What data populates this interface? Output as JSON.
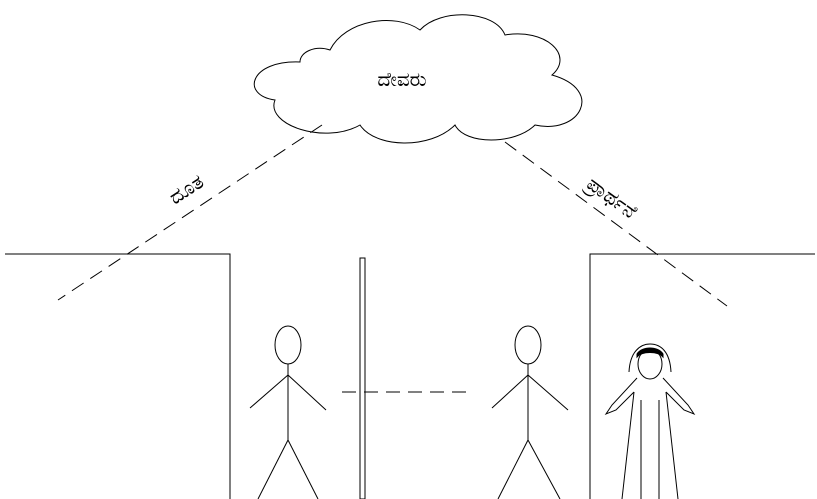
{
  "diagram": {
    "cloud_label": "ದೇವರು",
    "left_line_label": "ದೂತ",
    "right_line_label": "ಪ್ರಾರ್ಥನೆ"
  },
  "colors": {
    "background": "#ffffff",
    "ink": "#000000"
  }
}
